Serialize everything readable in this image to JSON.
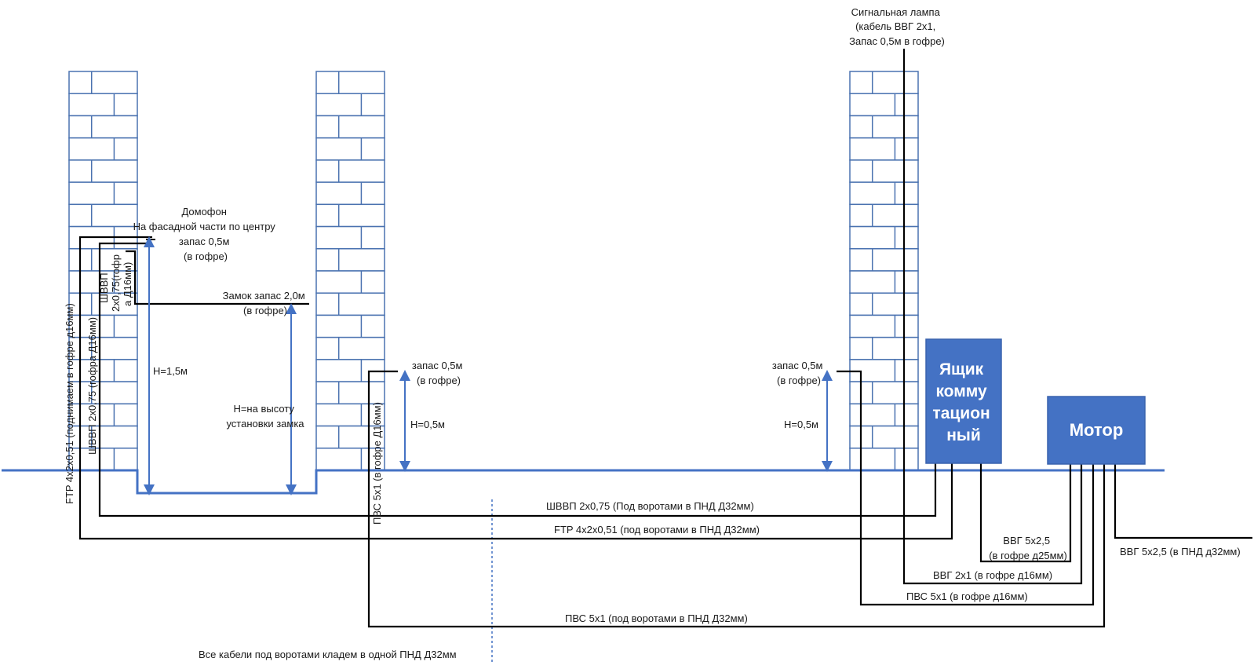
{
  "colors": {
    "brick_stroke": "#4a72b0",
    "ground": "#4472c4",
    "box_fill": "#4472c4",
    "cable": "#000000",
    "arrow": "#4472c4",
    "dotted": "#4472c4"
  },
  "labels": {
    "signal_lamp": [
      "Сигнальная лампа",
      "(кабель ВВГ 2х1,",
      "Запас 0,5м в гофре)"
    ],
    "intercom": [
      "Домофон",
      "На фасадной части по центру",
      "запас 0,5м",
      "(в гофре)"
    ],
    "lock_reserve": [
      "Замок запас 2,0м",
      "(в гофре)"
    ],
    "h15": "H=1,5м",
    "h_lock": [
      "H=на высоту",
      "установки замка"
    ],
    "reserve_left": [
      "запас 0,5м",
      "(в гофре)"
    ],
    "h05_left": "H=0,5м",
    "reserve_right": [
      "запас 0,5м",
      "(в гофре)"
    ],
    "h05_right": "H=0,5м",
    "box_junction": [
      "Ящик",
      "комму",
      "тацион",
      "ный"
    ],
    "box_motor": "Мотор",
    "cable_shvvp_main": "ШВВП 2х0,75 (Под воротами в ПНД Д32мм)",
    "cable_ftp_main": "FTP 4х2х0,51 (под воротами в ПНД Д32мм)",
    "cable_vvg_d25": [
      "ВВГ 5х2,5",
      "(в гофре д25мм)"
    ],
    "cable_vvg_d32": "ВВГ 5х2,5 (в ПНД д32мм)",
    "cable_vvg2x1": "ВВГ 2х1 (в гофре д16мм)",
    "cable_pvs_short": "ПВС 5х1 (в гофре д16мм)",
    "cable_pvs_main": "ПВС 5х1 (под воротами в ПНД Д32мм)",
    "note_bottom": "Все кабели под воротами кладем в одной ПНД Д32мм",
    "vert_ftp": "FTP 4х2х0,51 (поднимаем в гофре д16мм)",
    "vert_shvvp": "ШВВП 2х0,75 (гофра Д16мм)",
    "vert_shvvp_small": [
      "ШВВП",
      "2х0,75(гофр",
      "а Д16мм)"
    ],
    "vert_pvs": "ПВС 5х1 (в гофре Д16мм)"
  }
}
